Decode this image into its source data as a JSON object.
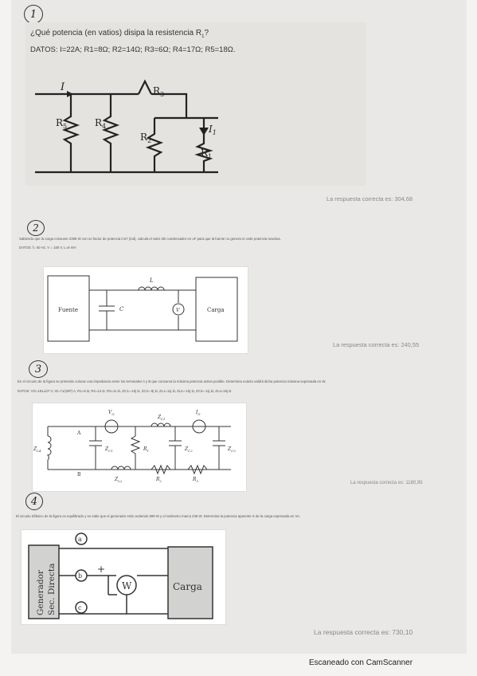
{
  "q1": {
    "number": "1",
    "question": "¿Qué potencia (en vatios) disipa la resistencia R",
    "question_sub": "1",
    "question_tail": "?",
    "datos": "DATOS: I=22A; R1=8Ω; R2=14Ω; R3=6Ω; R4=17Ω; R5=18Ω.",
    "labels": {
      "current": "I",
      "r1": "R",
      "r1_sub": "1",
      "r2": "R",
      "r2_sub": "2",
      "r3": "R",
      "r3_sub": "3",
      "r4": "R",
      "r4_sub": "4",
      "r5": "R",
      "r5_sub": "5",
      "i1": "I",
      "i1_sub": "1"
    },
    "answer": "La respuesta correcta es: 304,68"
  },
  "q2": {
    "number": "2",
    "question": "Sabiendo que la carga consume 2395 W con un factor de potencia 0.67 (ind), calcula el valor del condensador en uF para que la fuente no genera ni cede potencia reactiva.",
    "datos": "DATOS: f= 50 Hz, V = 150 V, L=8 mH",
    "labels": {
      "source": "Fuente",
      "cap": "C",
      "ind": "L",
      "volt": "V",
      "load": "Carga"
    },
    "answer": "La respuesta correcta es: 240,55"
  },
  "q3": {
    "number": "3",
    "question": "En el circuito de la figura se pretende colocar una impedancia entre los terminales A y B que consuma la máxima potencia activa posible. Determina cuánto valdrá dicha potencia máxima expresada en W.",
    "datos": "DATOS: VG=191∠0º V, IG=7∠(90º) A, R1=9 Ω, R2=14 Ω, R3=11 Ω, ZC1=-10j Ω, ZC2=-9j Ω, ZL1=11j Ω, ZL2=-10j Ω, ZC3=-11j Ω, ZL4=16j Ω",
    "labels": {
      "vg": "V",
      "vg_sub": "G",
      "zl1": "Z",
      "zl1_sub": "L1",
      "ig": "I",
      "ig_sub": "G",
      "zl4": "Z",
      "zl4_sub": "L4",
      "a": "A",
      "b": "B",
      "zc1": "Z",
      "zc1_sub": "C1",
      "r1": "R",
      "r1_sub": "1",
      "zc2": "Z",
      "zc2_sub": "C2",
      "zc3": "Z",
      "zc3_sub": "C3",
      "zl2": "Z",
      "zl2_sub": "L2",
      "r2": "R",
      "r2_sub": "2",
      "r3": "R",
      "r3_sub": "3"
    },
    "answer": "La respuesta correcta es: 1180,95"
  },
  "q4": {
    "number": "4",
    "question": "El circuito trifásico de la figura es equilibrado y se sabe que el generador está cediendo 599 W y el vatímetro marca 438 W. Determina la potencia aparente S de la carga expresada en VA.",
    "labels": {
      "gen1": "Generador",
      "gen2": "Sec. Directa",
      "a": "a",
      "b": "b",
      "c": "c",
      "plus": "+",
      "w": "W",
      "load": "Carga"
    },
    "answer": "La respuesta correcta es: 730,10"
  },
  "footer": "Escaneado con CamScanner"
}
